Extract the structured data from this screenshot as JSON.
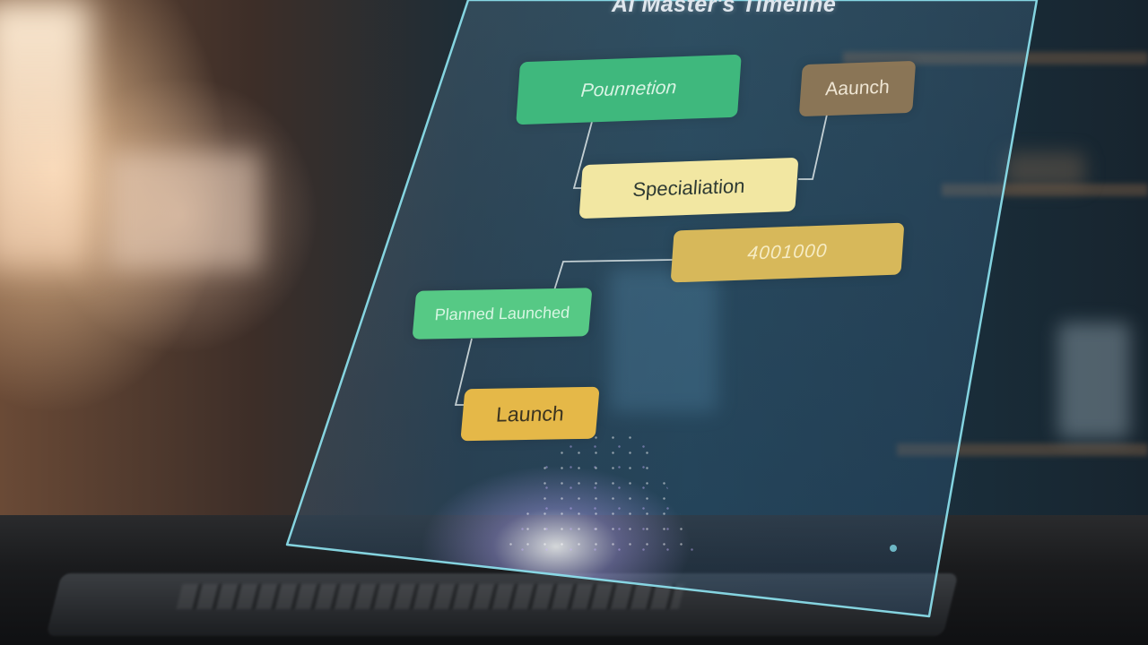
{
  "panel": {
    "title": "AI Master's Timeline"
  },
  "nodes": {
    "foundation": "Pounnetion",
    "launch_top": "Aaunch",
    "specialization": "Specialiation",
    "number": "4001000",
    "planned": "Planned Launched",
    "launch": "Launch"
  },
  "colors": {
    "green": "#3fb87d",
    "light_green": "#56c985",
    "cream": "#f2e7a2",
    "gold": "#d7b85a",
    "amber": "#e5b848",
    "brown": "#927a56",
    "glass_edge": "#8fe6f2"
  }
}
